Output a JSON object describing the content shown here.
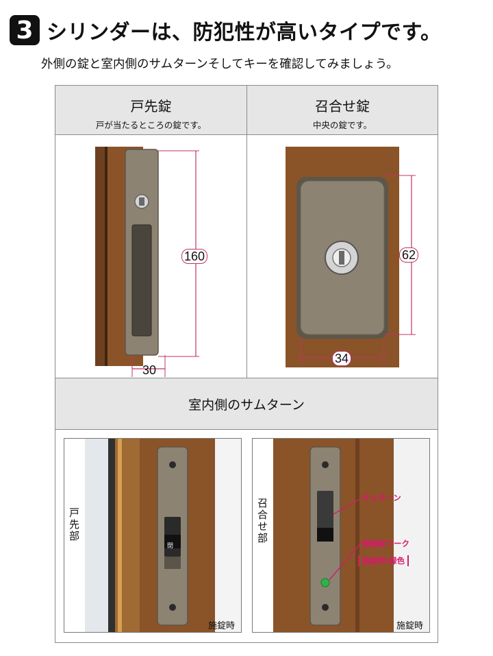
{
  "header": {
    "step": "3",
    "title": "シリンダーは、防犯性が高いタイプです。",
    "lead": "外側の錠と室内側のサムターンそしてキーを確認してみましょう。"
  },
  "outside": {
    "left": {
      "title": "戸先錠",
      "subtitle": "戸が当たるところの錠です。",
      "height": "160",
      "width": "30"
    },
    "right": {
      "title": "召合せ錠",
      "subtitle": "中央の錠です。",
      "height": "62",
      "width": "34"
    }
  },
  "inside": {
    "title": "室内側のサムターン",
    "left": {
      "label": "戸先部",
      "caption": "施錠時",
      "knob": "閉"
    },
    "right": {
      "label": "召合せ部",
      "caption": "施錠時",
      "ann_thumbturn": "サムターン",
      "ann_mark": "施解錠マーク",
      "ann_green": "施錠時:緑色"
    }
  },
  "colors": {
    "frame_wood": "#8a5428",
    "plate_metal": "#8c8373",
    "dimension": "#c4306a",
    "annotation": "#d8196b",
    "indicator": "#2fb24a"
  }
}
